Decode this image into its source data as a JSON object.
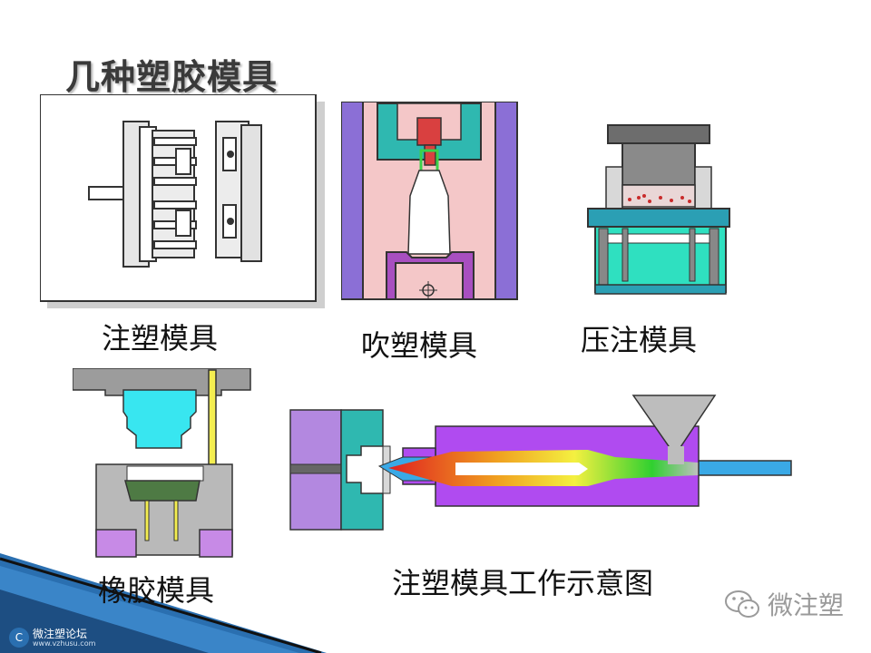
{
  "title": "几种塑胶模具",
  "captions": {
    "injection": "注塑模具",
    "blow": "吹塑模具",
    "transfer": "压注模具",
    "rubber": "橡胶模具",
    "process": "注塑模具工作示意图"
  },
  "watermark": {
    "text": "微注塑",
    "icon": "wechat-icon"
  },
  "footer_logo": {
    "name": "微注塑论坛",
    "url": "www.vzhusu.com",
    "icon": "logo-circle-icon"
  },
  "colors": {
    "pink": "#f4c7c8",
    "purple": "#8b6fd6",
    "teal": "#2fb8b0",
    "cyan": "#38e6f0",
    "magenta": "#b04bf0",
    "blue": "#3aa9e6"
  }
}
